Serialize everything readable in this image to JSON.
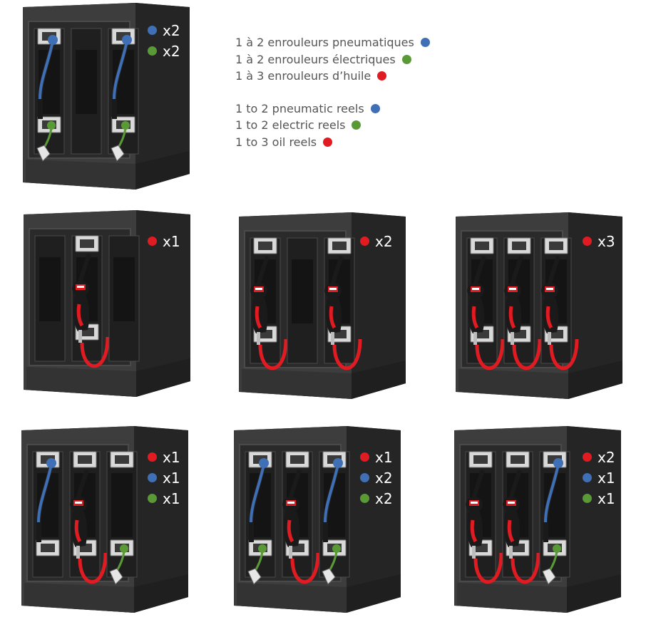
{
  "colors": {
    "pneumatic": "#3f6fb5",
    "electric": "#5a9a36",
    "oil": "#e01b22",
    "cabinet": "#3a3a3a",
    "legend_text": "#555555"
  },
  "legend": {
    "fr": [
      {
        "label": "1 à 2 enrouleurs pneumatiques",
        "dot": "pneumatic"
      },
      {
        "label": "1 à 2 enrouleurs électriques",
        "dot": "electric"
      },
      {
        "label": "1 à 3 enrouleurs d’huile",
        "dot": "oil"
      }
    ],
    "en": [
      {
        "label": "1 to 2 pneumatic reels",
        "dot": "pneumatic"
      },
      {
        "label": "1 to 2 electric reels",
        "dot": "electric"
      },
      {
        "label": "1 to 3 oil reels",
        "dot": "oil"
      }
    ]
  },
  "configurations": [
    {
      "reels": [
        {
          "dot": "pneumatic",
          "count": "x2"
        },
        {
          "dot": "electric",
          "count": "x2"
        }
      ],
      "slots": [
        "pneu-elec",
        "empty",
        "pneu-elec"
      ]
    },
    {
      "reels": [
        {
          "dot": "oil",
          "count": "x1"
        }
      ],
      "slots": [
        "empty",
        "oil",
        "empty"
      ]
    },
    {
      "reels": [
        {
          "dot": "oil",
          "count": "x2"
        }
      ],
      "slots": [
        "oil",
        "empty",
        "oil"
      ]
    },
    {
      "reels": [
        {
          "dot": "oil",
          "count": "x3"
        }
      ],
      "slots": [
        "oil",
        "oil",
        "oil"
      ]
    },
    {
      "reels": [
        {
          "dot": "oil",
          "count": "x1"
        },
        {
          "dot": "pneumatic",
          "count": "x1"
        },
        {
          "dot": "electric",
          "count": "x1"
        }
      ],
      "slots": [
        "pneumatic",
        "oil",
        "electric"
      ]
    },
    {
      "reels": [
        {
          "dot": "oil",
          "count": "x1"
        },
        {
          "dot": "pneumatic",
          "count": "x2"
        },
        {
          "dot": "electric",
          "count": "x2"
        }
      ],
      "slots": [
        "pneu-elec",
        "oil",
        "pneu-elec"
      ]
    },
    {
      "reels": [
        {
          "dot": "oil",
          "count": "x2"
        },
        {
          "dot": "pneumatic",
          "count": "x1"
        },
        {
          "dot": "electric",
          "count": "x1"
        }
      ],
      "slots": [
        "oil",
        "oil",
        "pneu-elec"
      ]
    }
  ]
}
